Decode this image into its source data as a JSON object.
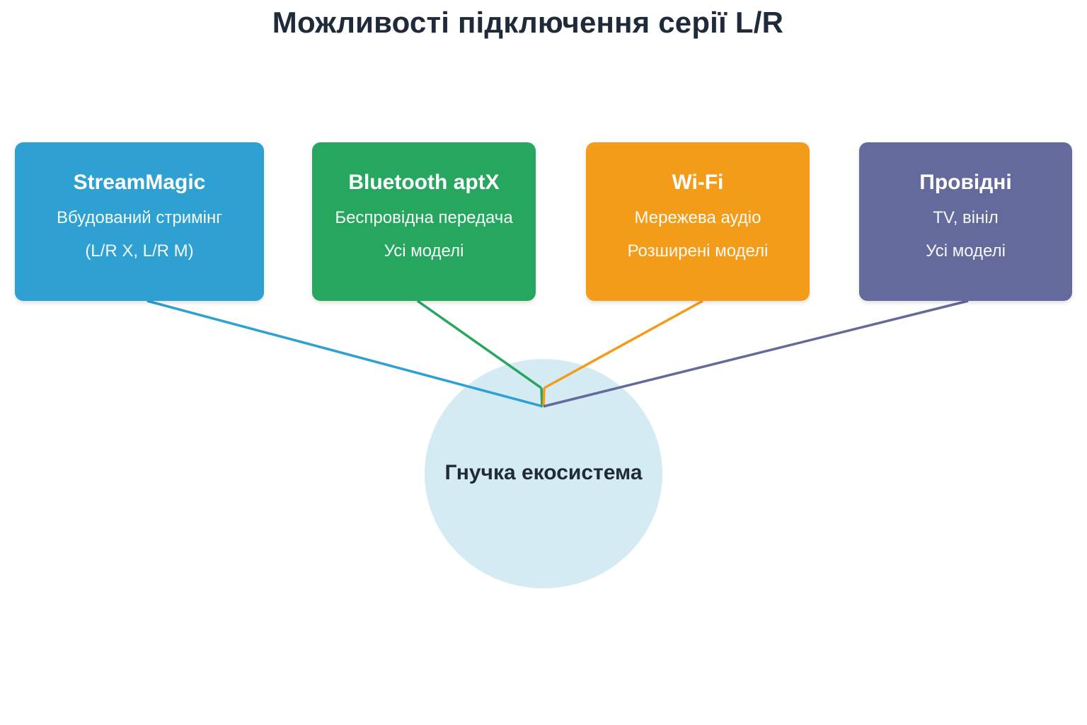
{
  "title": "Можливості підключення серії L/R",
  "hub": {
    "label": "Гнучка екосистема",
    "color": "#d4ebf4"
  },
  "cards": [
    {
      "name": "StreamMagic",
      "line1": "Вбудований стримінг",
      "line2": "(L/R X, L/R M)",
      "color": "#2ea0d2"
    },
    {
      "name": "Bluetooth aptX",
      "line1": "Беспровідна передача",
      "line2": "Усі моделі",
      "color": "#27a660"
    },
    {
      "name": "Wi-Fi",
      "line1": "Мережева аудіо",
      "line2": "Розширені моделі",
      "color": "#f39c1a"
    },
    {
      "name": "Провідні",
      "line1": "TV, вініл",
      "line2": "Усі моделі",
      "color": "#646a9c"
    }
  ]
}
